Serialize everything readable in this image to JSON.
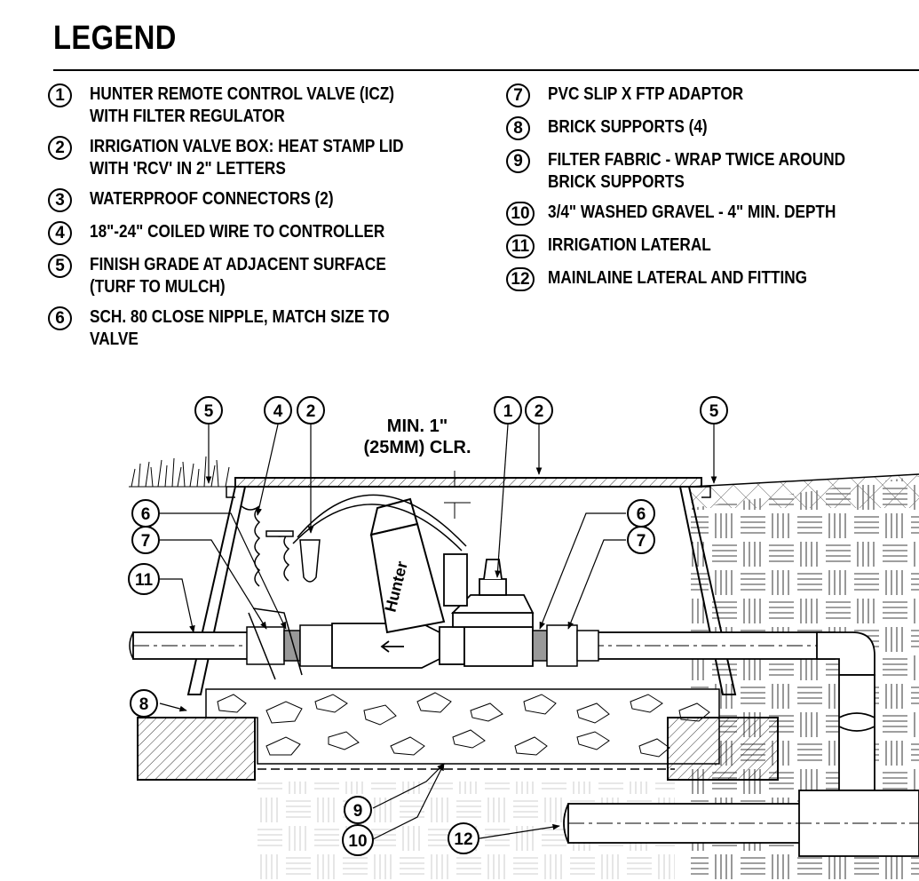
{
  "legend": {
    "title": "LEGEND",
    "left_items": [
      {
        "num": "1",
        "text": "HUNTER REMOTE CONTROL VALVE (ICZ)\nWITH FILTER REGULATOR"
      },
      {
        "num": "2",
        "text": "IRRIGATION VALVE BOX: HEAT STAMP LID\nWITH 'RCV' IN 2\" LETTERS"
      },
      {
        "num": "3",
        "text": "WATERPROOF CONNECTORS (2)"
      },
      {
        "num": "4",
        "text": "18\"-24\" COILED WIRE TO CONTROLLER"
      },
      {
        "num": "5",
        "text": "FINISH GRADE AT ADJACENT SURFACE\n(TURF TO MULCH)"
      },
      {
        "num": "6",
        "text": "SCH. 80 CLOSE NIPPLE, MATCH SIZE TO\nVALVE"
      }
    ],
    "right_items": [
      {
        "num": "7",
        "text": "PVC SLIP X FTP ADAPTOR"
      },
      {
        "num": "8",
        "text": "BRICK SUPPORTS (4)"
      },
      {
        "num": "9",
        "text": "FILTER FABRIC - WRAP TWICE AROUND\nBRICK SUPPORTS"
      },
      {
        "num": "10",
        "text": "3/4\" WASHED GRAVEL - 4\" MIN. DEPTH"
      },
      {
        "num": "11",
        "text": "IRRIGATION LATERAL"
      },
      {
        "num": "12",
        "text": "MAINLAINE LATERAL AND FITTING"
      }
    ]
  },
  "drawing": {
    "clearance_line1": "MIN. 1\"",
    "clearance_line2": "(25MM) CLR.",
    "valve_brand": "Hunter",
    "callouts": {
      "c5a": "5",
      "c4": "4",
      "c2a": "2",
      "c1": "1",
      "c2b": "2",
      "c5b": "5",
      "c6a": "6",
      "c7a": "7",
      "c11": "11",
      "c8": "8",
      "c6b": "6",
      "c7b": "7",
      "c9": "9",
      "c10": "10",
      "c12": "12"
    }
  }
}
